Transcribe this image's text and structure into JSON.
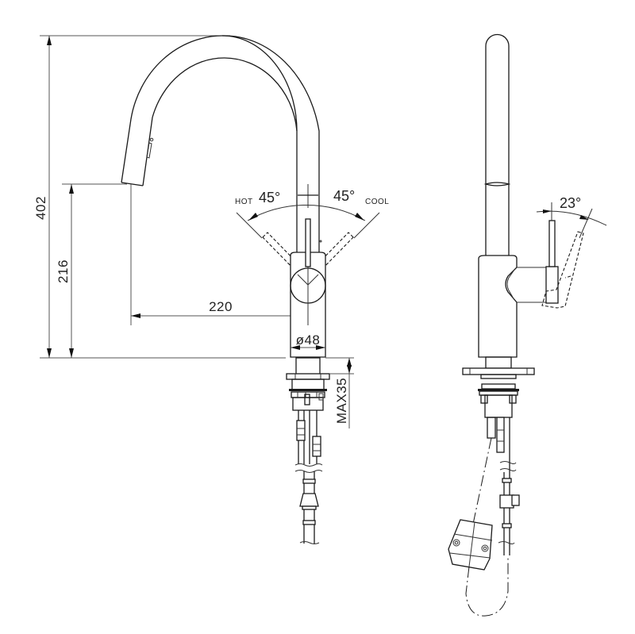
{
  "drawing": {
    "title": "Pull-down kitchen faucet technical drawing",
    "views": [
      "front-view",
      "side-view"
    ],
    "line_color": "#1a1a1a",
    "background": "#ffffff"
  },
  "dimensions": {
    "total_height": "402",
    "spout_height": "216",
    "spout_reach": "220",
    "body_diameter": "ø48",
    "max_deck_thickness": "MAX35"
  },
  "handle": {
    "hot_label": "HOT",
    "hot_angle": "45°",
    "cool_angle": "45°",
    "cool_label": "COOL",
    "tilt_angle": "23°"
  }
}
